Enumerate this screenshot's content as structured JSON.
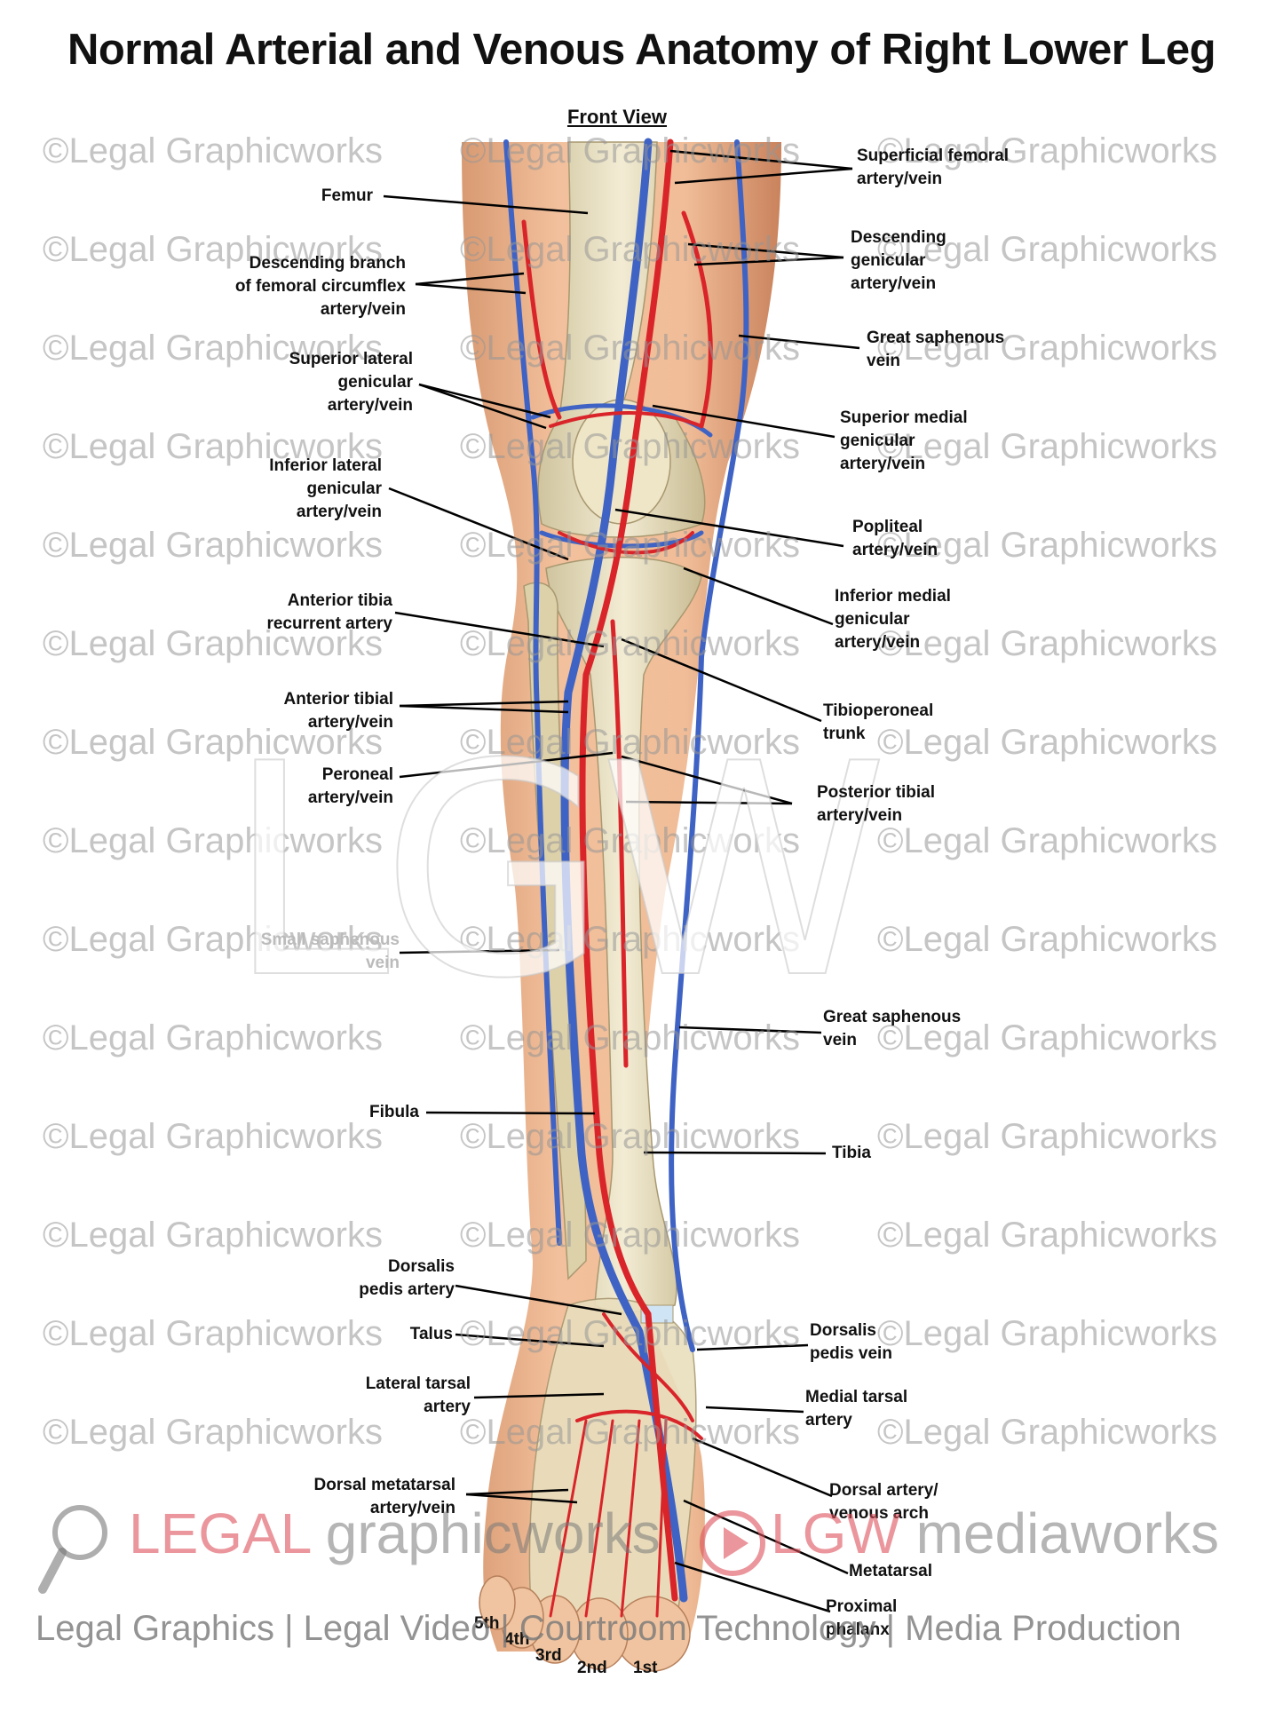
{
  "title": "Normal Arterial and Venous Anatomy of Right Lower Leg",
  "subtitle": "Front View",
  "watermark_text": "©Legal Graphicworks",
  "lgw_watermark": "LGW",
  "brand_left": {
    "part1": "LEGAL",
    "part2": " graphicworks"
  },
  "brand_right": {
    "part1": "LGW",
    "part2": " mediaworks"
  },
  "tagline": "Legal Graphics | Legal Video | Courtroom Technology | Media Production",
  "labels": {
    "femur": "Femur",
    "desc_branch": "Descending branch\nof femoral circumflex\nartery/vein",
    "sup_lat_gen": "Superior lateral\ngenicular\nartery/vein",
    "inf_lat_gen": "Inferior lateral\ngenicular\nartery/vein",
    "ant_tib_rec": "Anterior tibia\nrecurrent artery",
    "ant_tib": "Anterior tibial\nartery/vein",
    "peroneal": "Peroneal\nartery/vein",
    "small_saph": "Small saphenous\nvein",
    "fibula": "Fibula",
    "dors_ped_art": "Dorsalis\npedis artery",
    "talus": "Talus",
    "lat_tarsal": "Lateral tarsal\nartery",
    "dors_meta": "Dorsal metatarsal\nartery/vein",
    "sup_fem": "Superficial femoral\nartery/vein",
    "desc_gen": "Descending\ngenicular\nartery/vein",
    "great_saph_top": "Great saphenous\nvein",
    "sup_med_gen": "Superior medial\ngenicular\nartery/vein",
    "popliteal": "Popliteal\nartery/vein",
    "inf_med_gen": "Inferior medial\ngenicular\nartery/vein",
    "tibioperoneal": "Tibioperoneal\ntrunk",
    "post_tib": "Posterior tibial\nartery/vein",
    "great_saph_low": "Great saphenous\nvein",
    "tibia": "Tibia",
    "dors_ped_vein": "Dorsalis\npedis vein",
    "med_tarsal": "Medial tarsal\nartery",
    "dors_arch": "Dorsal artery/\nvenous arch",
    "metatarsal": "Metatarsal",
    "prox_phalanx": "Proximal\nphalanx"
  },
  "toes": {
    "t5": "5th",
    "t4": "4th",
    "t3": "3rd",
    "t2": "2nd",
    "t1": "1st"
  },
  "colors": {
    "skin": "#e9b08a",
    "artery": "#d9242a",
    "vein": "#3f63c4",
    "bone": "#e8dfc0"
  }
}
